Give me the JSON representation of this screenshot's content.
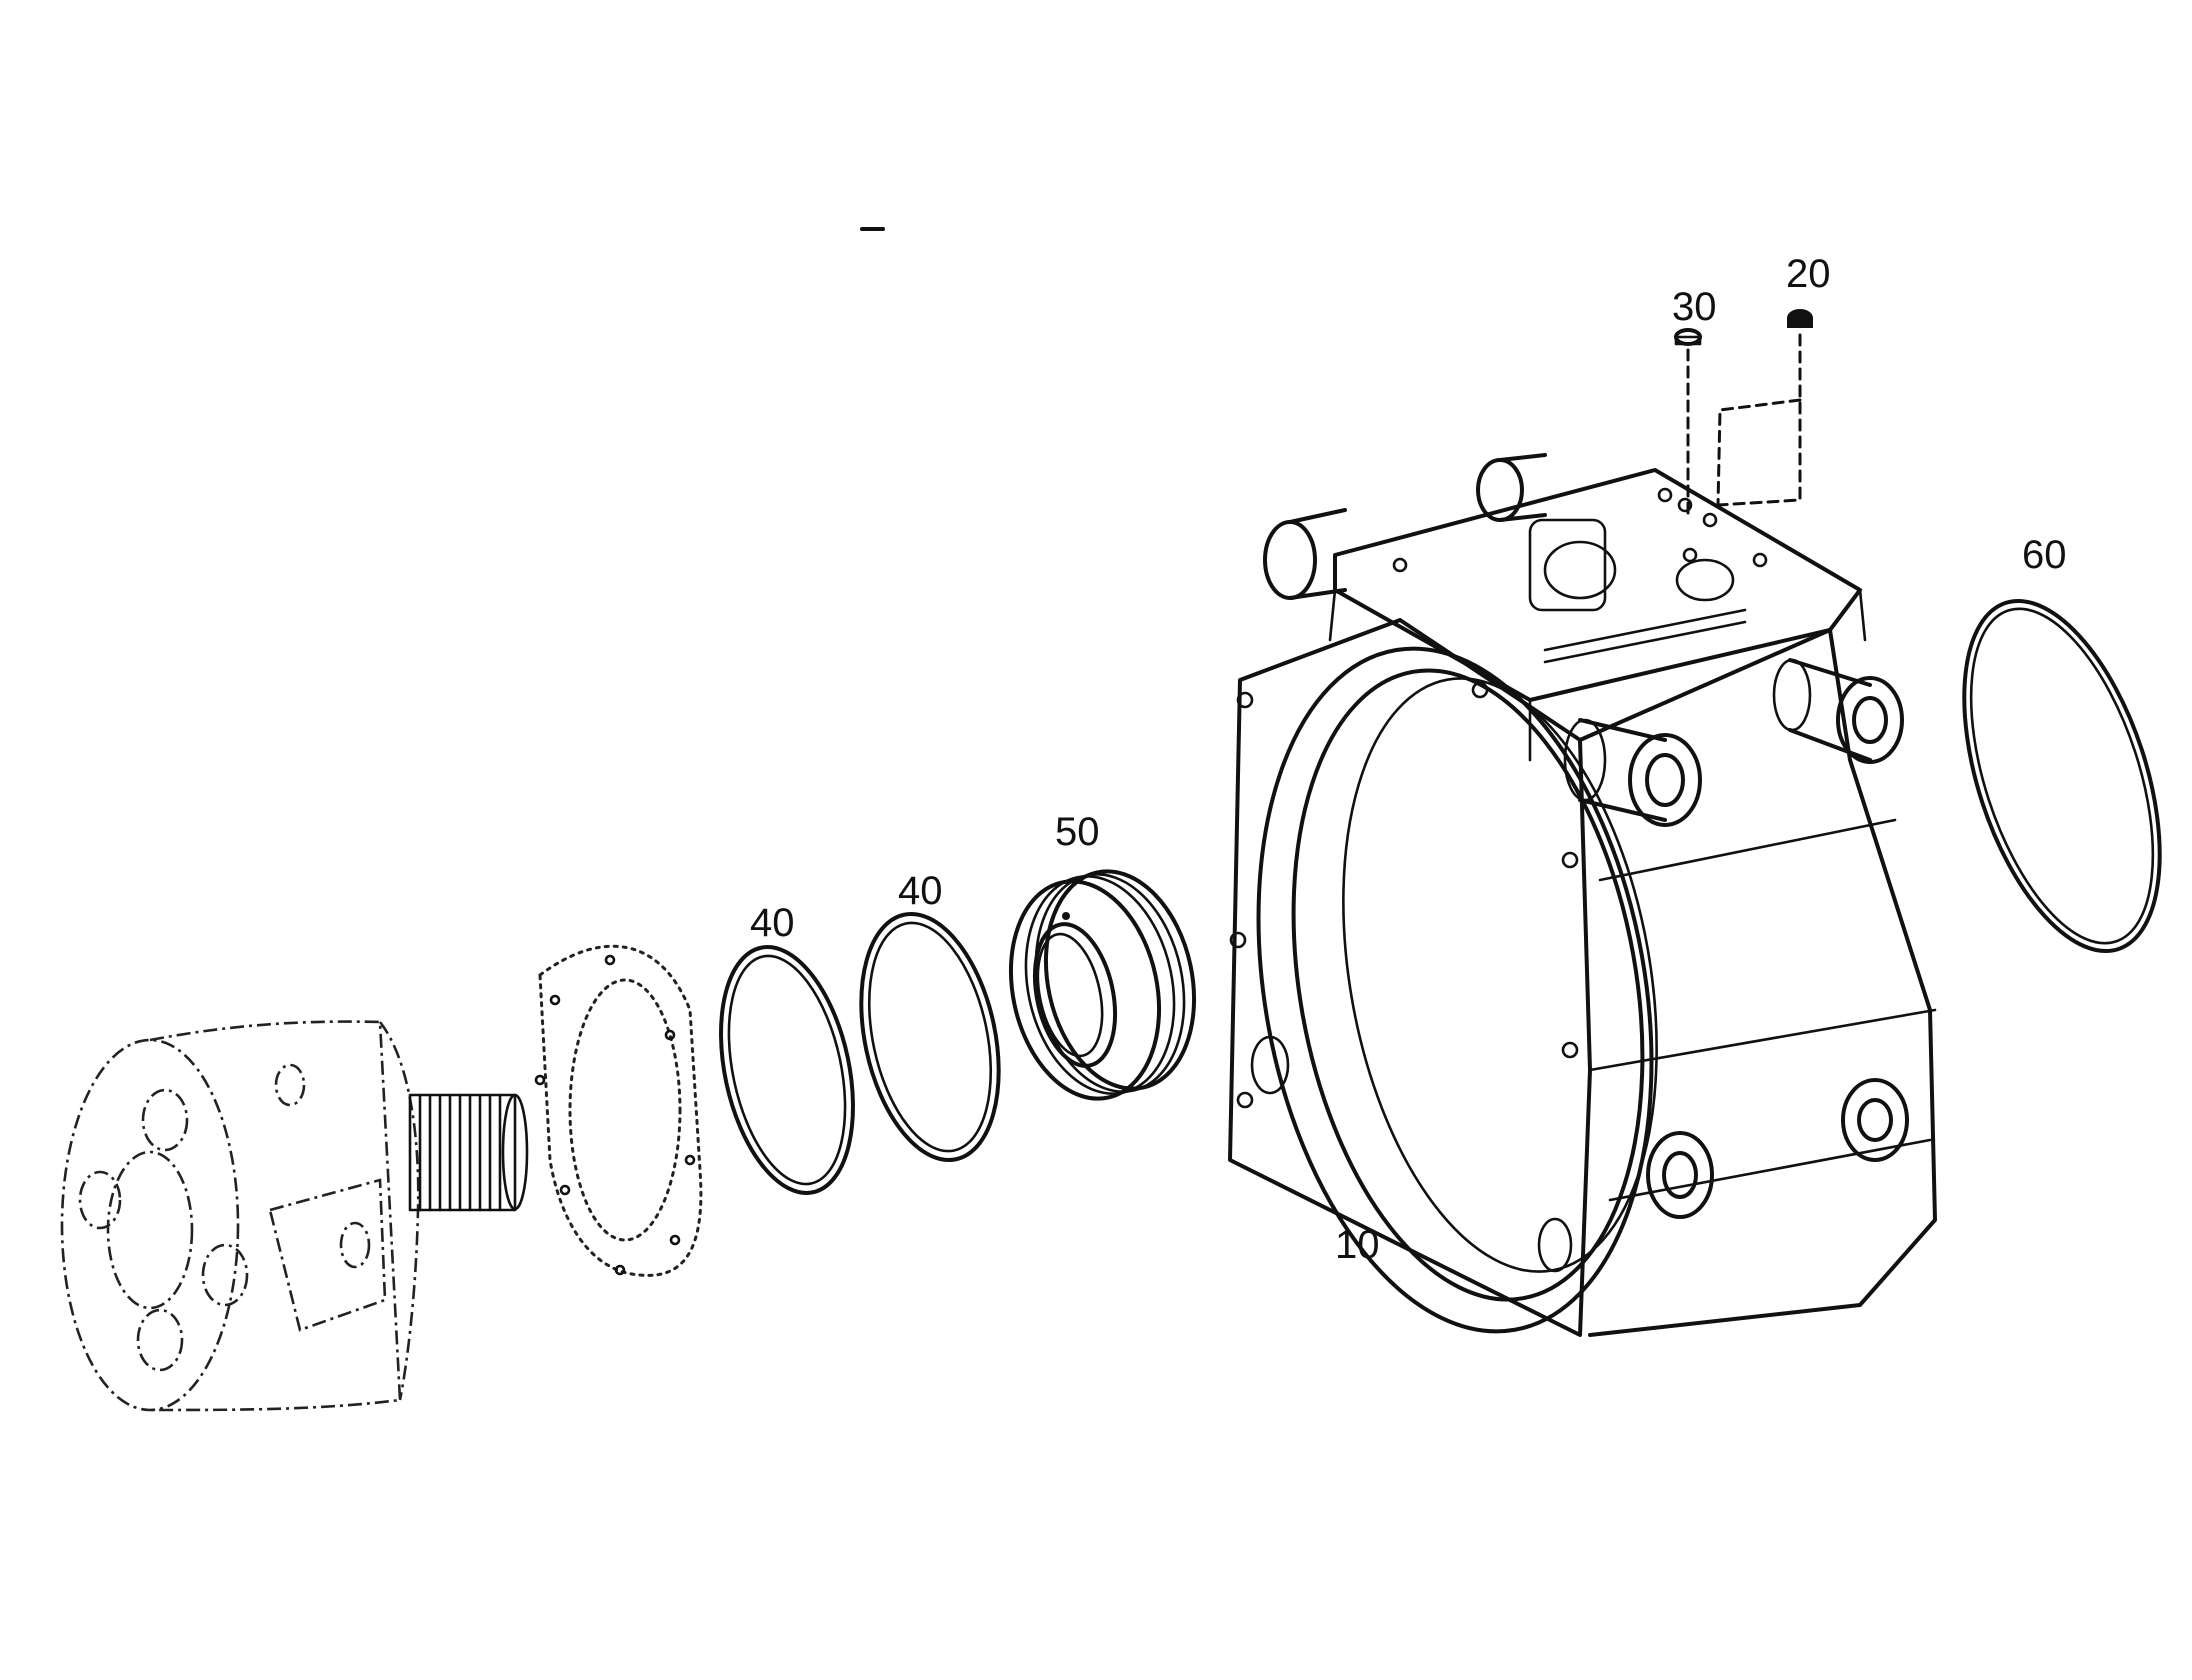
{
  "drawing": {
    "type": "exploded parts diagram",
    "ink_color": "#111111",
    "background": "#ffffff"
  },
  "callouts": [
    {
      "id": "c10",
      "text": "10"
    },
    {
      "id": "c20",
      "text": "20"
    },
    {
      "id": "c30",
      "text": "30"
    },
    {
      "id": "c40a",
      "text": "40"
    },
    {
      "id": "c40b",
      "text": "40"
    },
    {
      "id": "c50",
      "text": "50"
    },
    {
      "id": "c60",
      "text": "60"
    }
  ]
}
